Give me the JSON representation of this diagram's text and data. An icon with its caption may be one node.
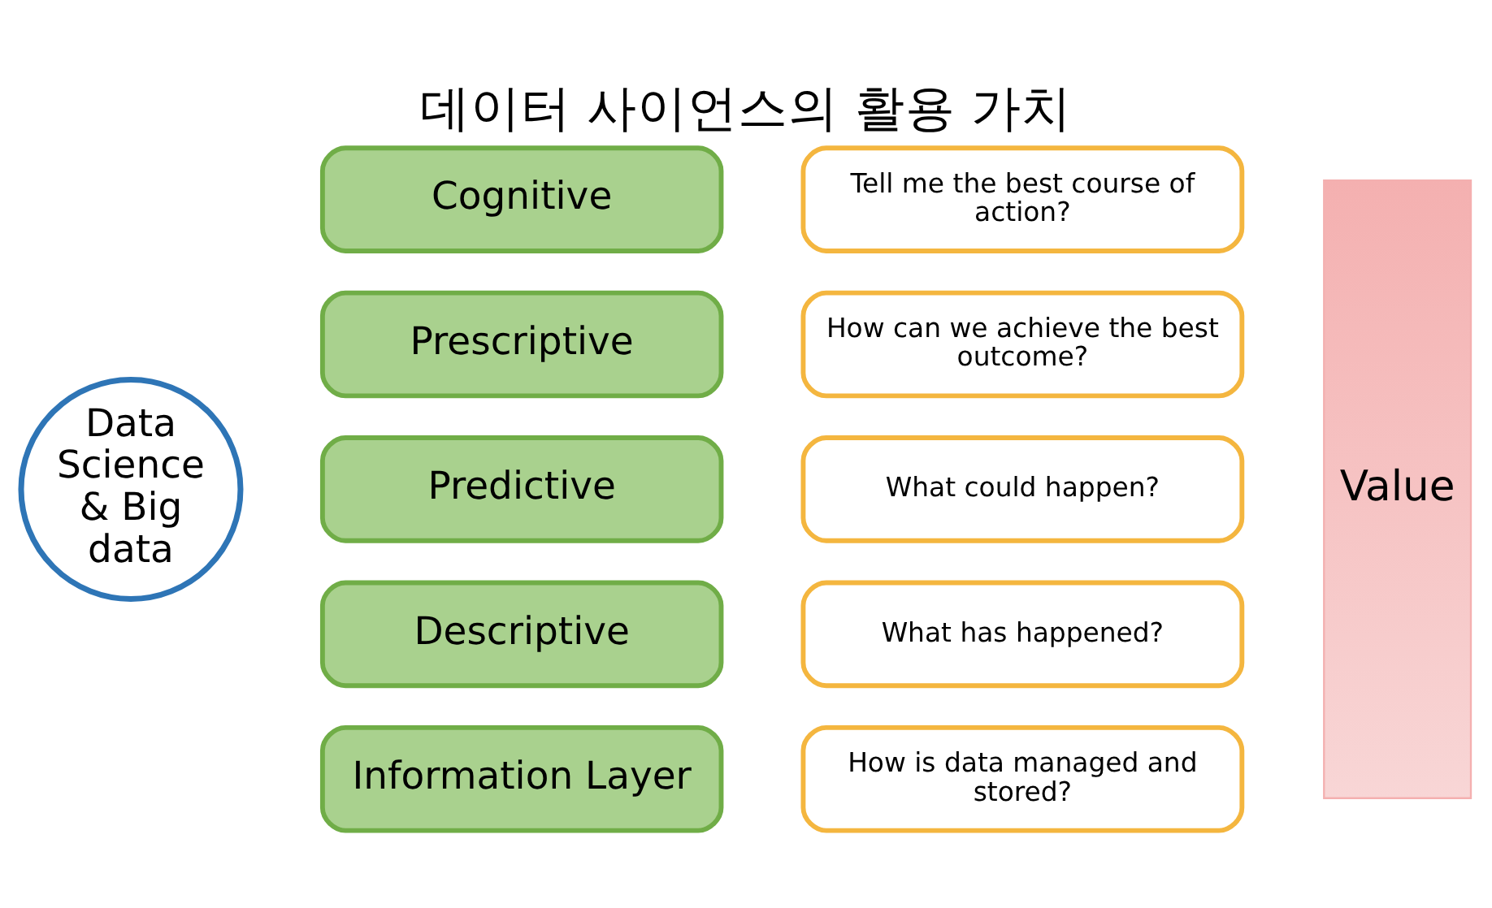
{
  "diagram": {
    "title": "데이터 사이언스의 활용 가치",
    "nodes": [
      {
        "text": [
          "Data Science & Big data"
        ]
      },
      {
        "text": [
          "Cognitive"
        ]
      },
      {
        "text": [
          "Prescriptive"
        ]
      },
      {
        "text": [
          "Predictive"
        ]
      },
      {
        "text": [
          "Descriptive"
        ]
      },
      {
        "text": [
          "Information Layer"
        ]
      },
      {
        "text": [
          "Tell me the best course of action?"
        ]
      },
      {
        "text": [
          "How can we achieve the best outcome?"
        ]
      },
      {
        "text": [
          "What could happen?"
        ]
      },
      {
        "text": [
          "What has happened?"
        ]
      },
      {
        "text": [
          "How is data managed and stored?"
        ]
      }
    ],
    "edges": [],
    "labels": [
      "Value"
    ]
  }
}
